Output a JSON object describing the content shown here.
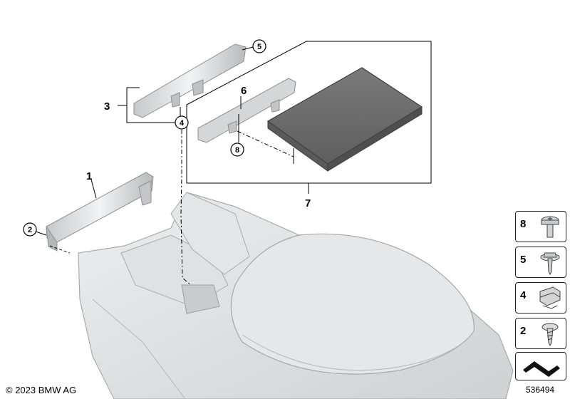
{
  "callouts": {
    "c1": "1",
    "c2": "2",
    "c3": "3",
    "c4": "4",
    "c5": "5",
    "c6": "6",
    "c7": "7",
    "c8": "8"
  },
  "legend": [
    {
      "num": "8",
      "icon": "torx-screw-icon"
    },
    {
      "num": "5",
      "icon": "hex-screw-icon"
    },
    {
      "num": "4",
      "icon": "clip-nut-icon"
    },
    {
      "num": "2",
      "icon": "self-tapping-screw-icon"
    },
    {
      "num": "",
      "icon": "part-group-arrow-icon"
    }
  ],
  "footer": {
    "copyright": "© 2023 BMW AG",
    "doc_number": "536494"
  },
  "colors": {
    "part_fill": "#d9dbdc",
    "part_stroke": "#9a9c9e",
    "panel_fill": "#6e6e6e",
    "line": "#000000"
  }
}
